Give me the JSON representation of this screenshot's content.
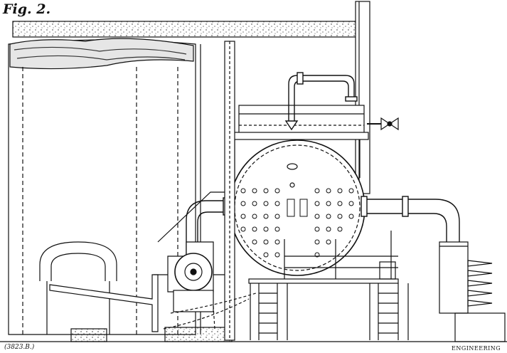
{
  "figure": {
    "title": "Fig. 2.",
    "reference": "(3823.B.)",
    "publisher": "ENGINEERING"
  }
}
